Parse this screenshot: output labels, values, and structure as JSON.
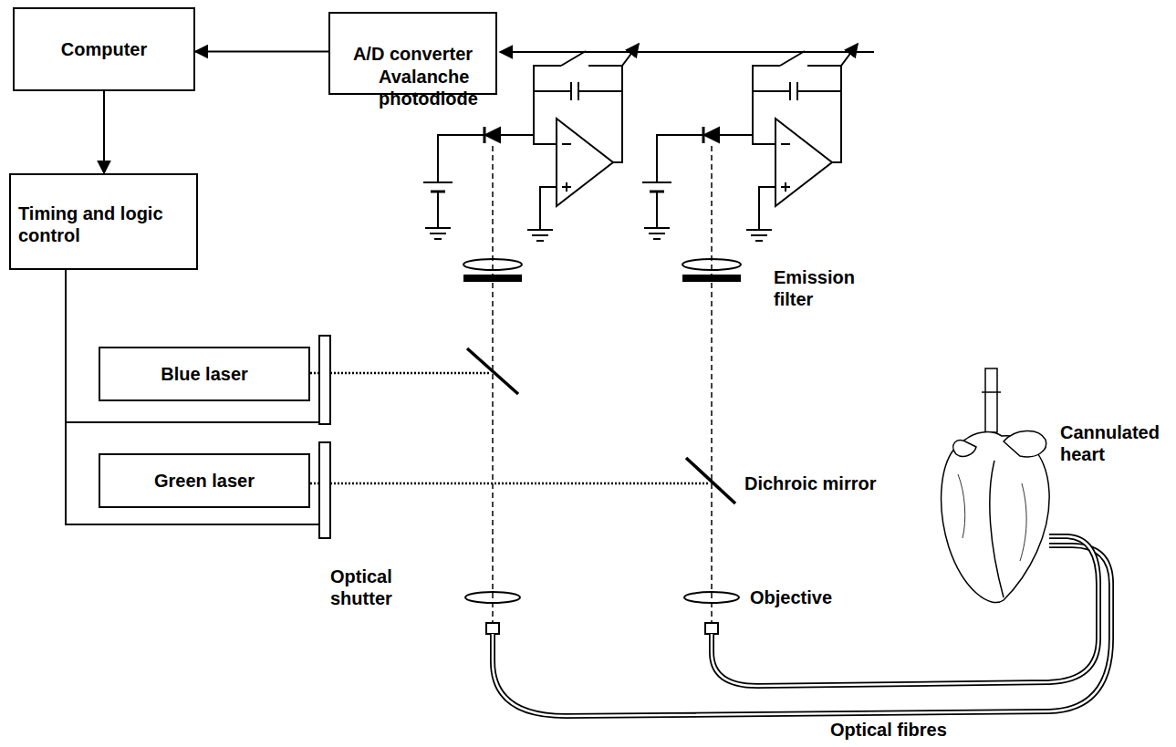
{
  "diagram": {
    "nodes": [
      {
        "text": [
          "Computer"
        ]
      },
      {
        "text": [
          "A/D converter"
        ]
      },
      {
        "text": [
          "Timing and logic control"
        ]
      },
      {
        "text": [
          "Blue laser"
        ]
      },
      {
        "text": [
          "Green laser"
        ]
      }
    ],
    "edges": [
      {
        "from": 1,
        "to": 0,
        "arrow": "to"
      },
      {
        "from": 0,
        "to": 2,
        "arrow": "to"
      }
    ],
    "labels": [
      "Avalanche photodiode",
      "Emission filter",
      "Optical shutter",
      "Dichroic mirror",
      "Objective",
      "Cannulated heart",
      "Optical fibres"
    ]
  }
}
